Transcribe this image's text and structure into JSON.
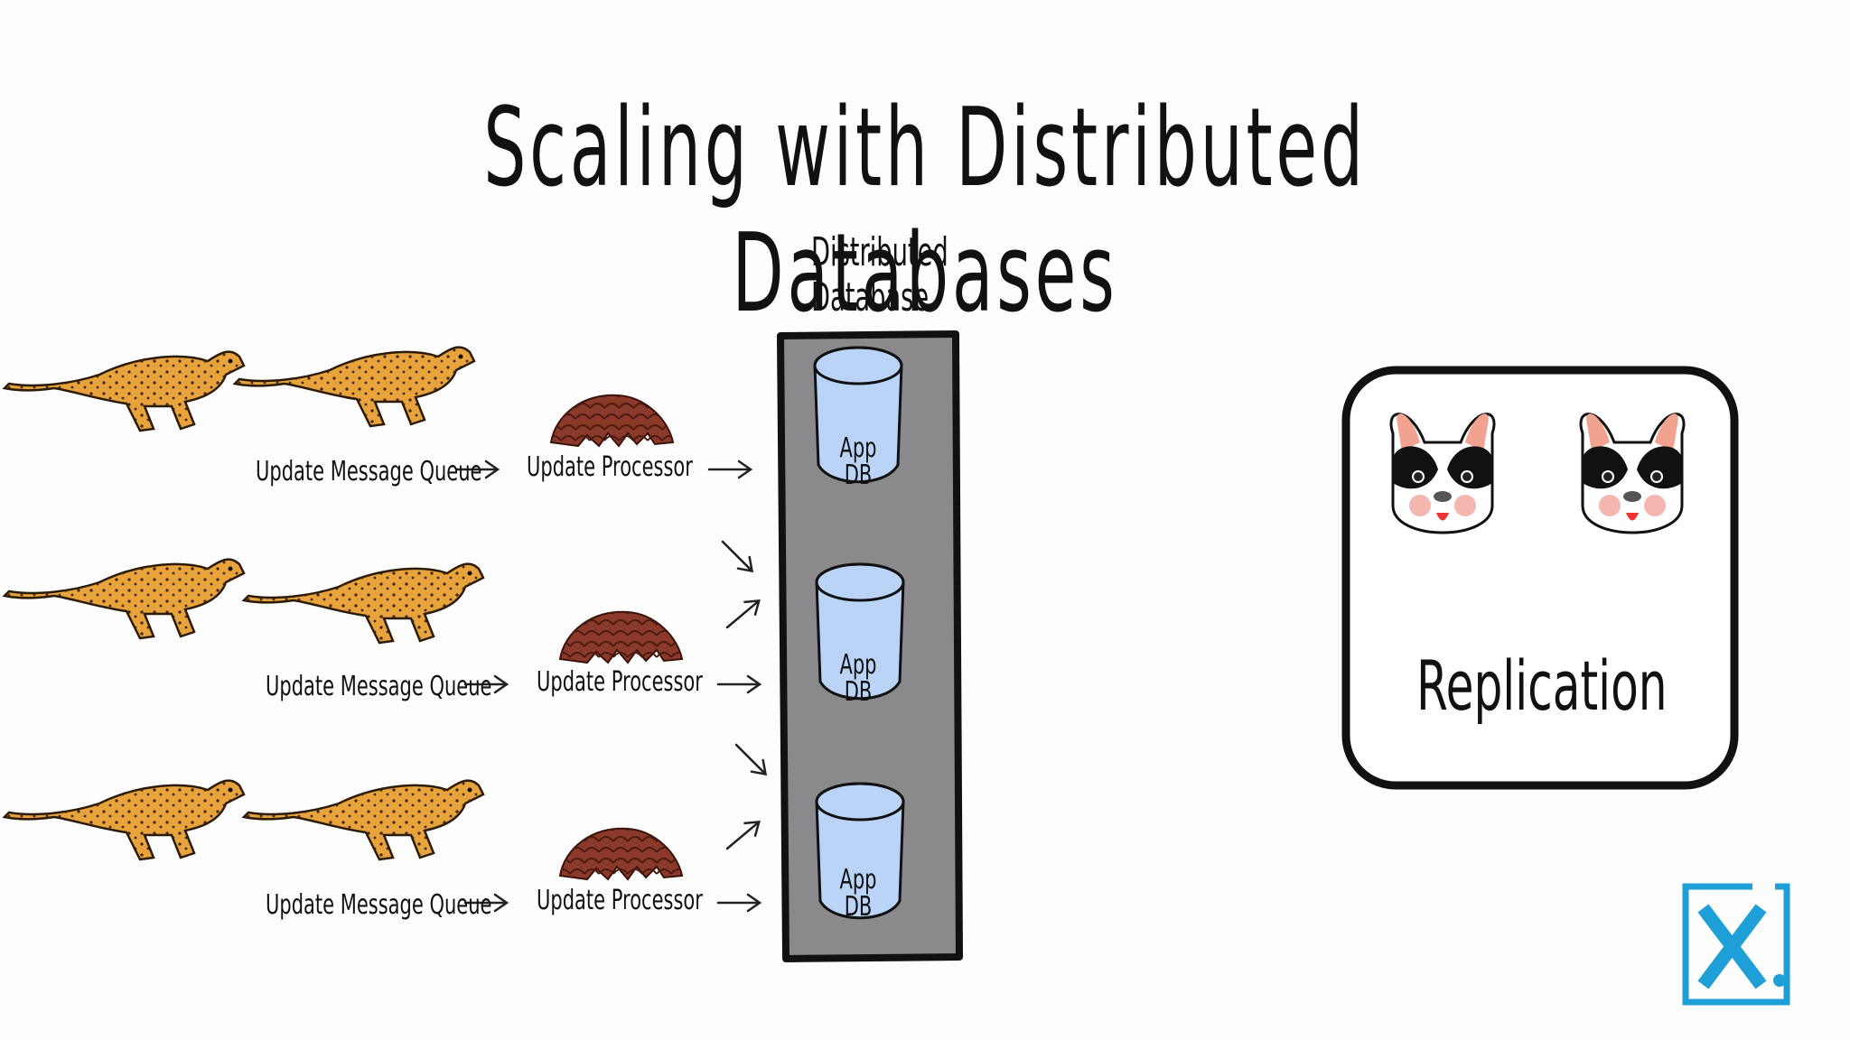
{
  "title": "Scaling with Distributed Databases",
  "distributed_db": {
    "line1": "Distributed",
    "line2": "Database"
  },
  "rows": [
    {
      "queue": "Update Message Queue",
      "processor": "Update Processor"
    },
    {
      "queue": "Update Message Queue",
      "processor": "Update Processor"
    },
    {
      "queue": "Update Message Queue",
      "processor": "Update Processor"
    }
  ],
  "dbs": [
    {
      "line1": "App",
      "line2": "DB"
    },
    {
      "line1": "App",
      "line2": "DB"
    },
    {
      "line1": "App",
      "line2": "DB"
    }
  ],
  "replication": {
    "label": "Replication"
  },
  "colors": {
    "cheetah": "#e8a33d",
    "pangolin": "#8b3a2a",
    "db_fill": "#b9d4f7",
    "db_column": "#8a8a8c",
    "logo": "#1e9fd8"
  },
  "icons": [
    "cheetah-icon",
    "pangolin-icon",
    "database-cylinder-icon",
    "arrow-icon",
    "dog-face-icon",
    "brand-logo-icon"
  ]
}
